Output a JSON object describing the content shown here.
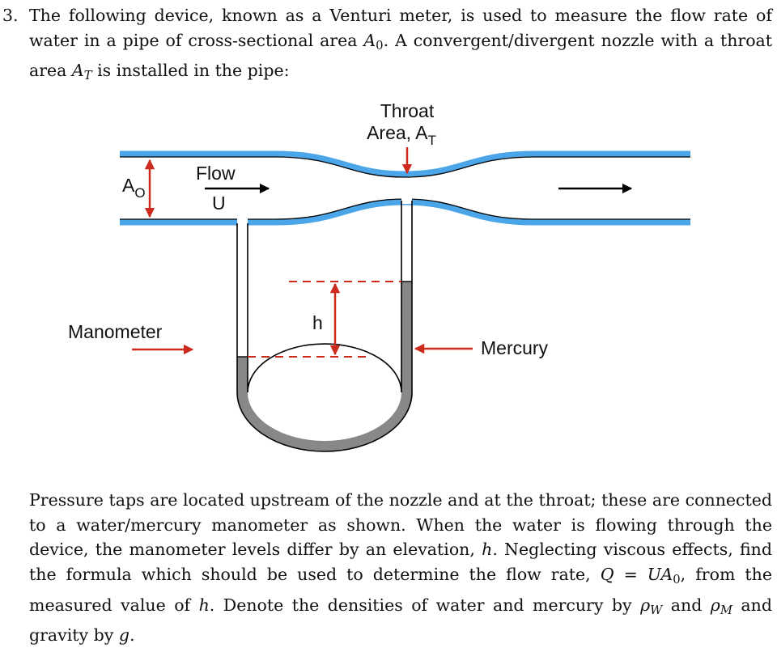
{
  "problem": {
    "number": "3.",
    "intro": {
      "t1": "The following device, known as a Venturi meter, is used to measure the flow rate of water in a pipe of cross-sectional area ",
      "a0_var": "A",
      "a0_sub": "0",
      "t2": ". A convergent/divergent nozzle with a throat area ",
      "at_var": "A",
      "at_sub": "T",
      "t3": " is installed in the pipe:"
    },
    "closing": {
      "t1": "Pressure taps are located upstream of the nozzle and at the throat; these are connected to a water/mercury manometer as shown. When the water is flowing through the device, the manometer levels differ by an elevation, ",
      "h1": "h",
      "t2": ". Neglecting viscous effects, find the formula which should be used to determine the flow rate, ",
      "formula_q": "Q",
      "formula_eq": " = ",
      "formula_u": "U",
      "formula_a": "A",
      "formula_sub": "0",
      "t3": ", from the measured value of ",
      "h2": "h",
      "t4": ". Denote the densities of water and mercury by ",
      "rho1": "ρ",
      "rho1_sub": "W",
      "t5": " and ",
      "rho2": "ρ",
      "rho2_sub": "M",
      "t6": " and gravity by ",
      "g": "g",
      "t7": "."
    }
  },
  "figure": {
    "throat_label_line1": "Throat",
    "throat_label_line2": "Area, A",
    "throat_label_sub": "T",
    "a0_label": "A",
    "a0_label_sub": "O",
    "flow_label": "Flow",
    "u_label": "U",
    "h_label": "h",
    "manometer_label": "Manometer",
    "mercury_label": "Mercury",
    "colors": {
      "water": "#4aa6e8",
      "arrow_red": "#cc2a1c",
      "mercury": "#888888",
      "outline": "#000000"
    }
  }
}
